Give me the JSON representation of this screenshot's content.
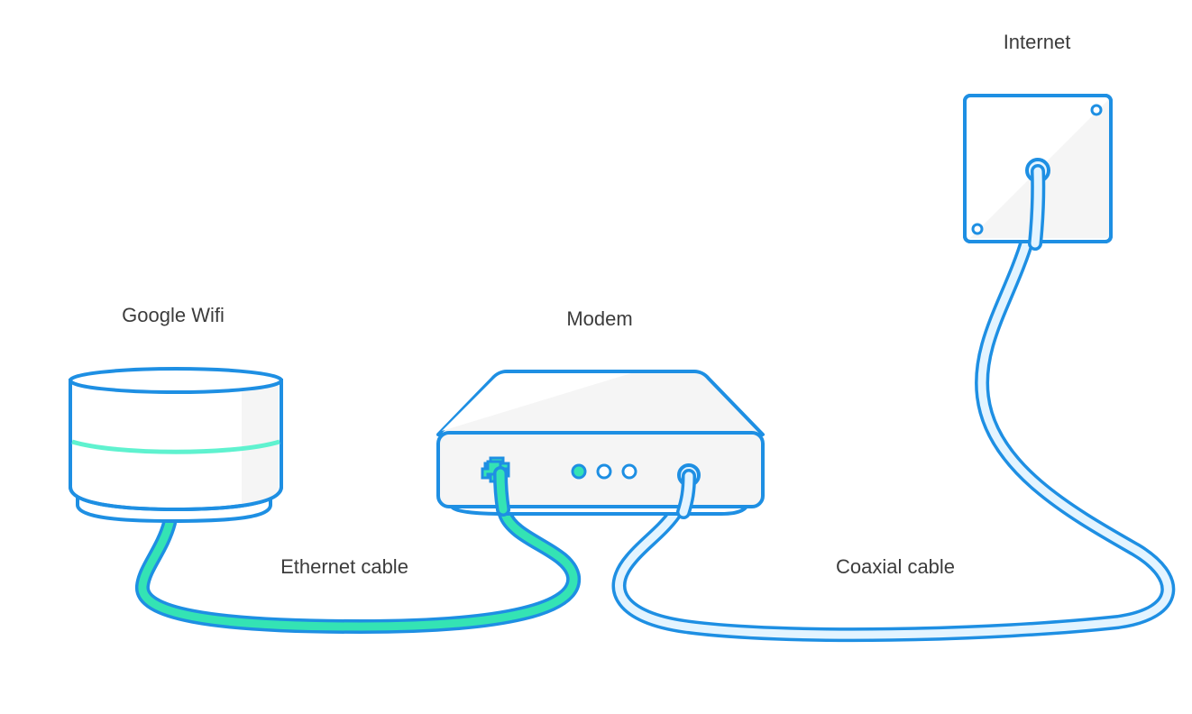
{
  "labels": {
    "internet": "Internet",
    "google_wifi": "Google Wifi",
    "modem": "Modem",
    "ethernet_cable": "Ethernet cable",
    "coaxial_cable": "Coaxial cable"
  },
  "colors": {
    "outline": "#1e8fe3",
    "ethernet_fill": "#34e3b4",
    "coax_fill": "#e3f4ff",
    "light_ring": "#5ff2cf",
    "device_fill": "#ffffff",
    "device_shade": "#f5f5f5",
    "text": "#3c3c3c"
  },
  "modem": {
    "indicator_lights": [
      "on",
      "off",
      "off"
    ]
  }
}
